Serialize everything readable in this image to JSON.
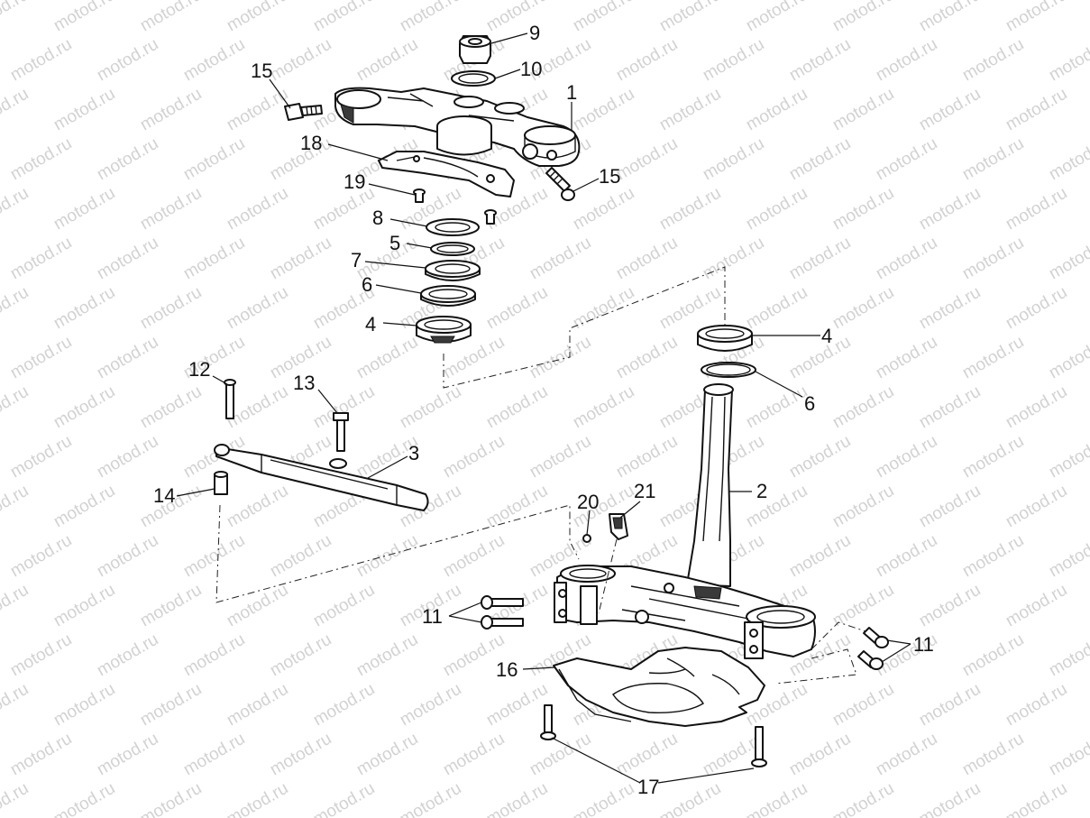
{
  "watermark": "motod.ru",
  "callouts": {
    "c9": "9",
    "c10": "10",
    "c1": "1",
    "c15a": "15",
    "c15b": "15",
    "c18": "18",
    "c19": "19",
    "c8": "8",
    "c5": "5",
    "c7": "7",
    "c6a": "6",
    "c4a": "4",
    "c4b": "4",
    "c6b": "6",
    "c12": "12",
    "c13": "13",
    "c3": "3",
    "c14": "14",
    "c2": "2",
    "c20": "20",
    "c21": "21",
    "c11a": "11",
    "c11b": "11",
    "c16": "16",
    "c17": "17"
  }
}
